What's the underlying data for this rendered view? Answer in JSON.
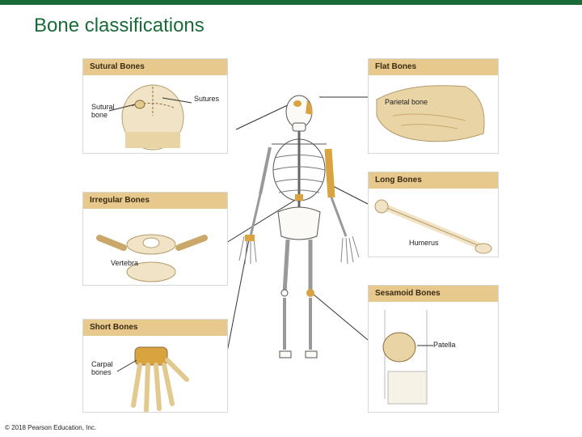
{
  "title": "Bone classifications",
  "panels": {
    "sutural": {
      "header": "Sutural Bones",
      "label_sutures": "Sutures",
      "label_sutural_bone": "Sutural\nbone"
    },
    "flat": {
      "header": "Flat Bones",
      "label_parietal": "Parietal bone"
    },
    "long": {
      "header": "Long Bones",
      "label_humerus": "Humerus"
    },
    "irregular": {
      "header": "Irregular Bones",
      "label_vertebra": "Vertebra"
    },
    "sesamoid": {
      "header": "Sesamoid Bones",
      "label_patella": "Patella"
    },
    "short": {
      "header": "Short Bones",
      "label_carpal": "Carpal\nbones"
    }
  },
  "copyright": "© 2018 Pearson Education, Inc.",
  "colors": {
    "brand_green": "#1b6b3a",
    "panel_header": "#e7c98e",
    "bone": "#f1e4c6",
    "highlight": "#d9a440"
  }
}
